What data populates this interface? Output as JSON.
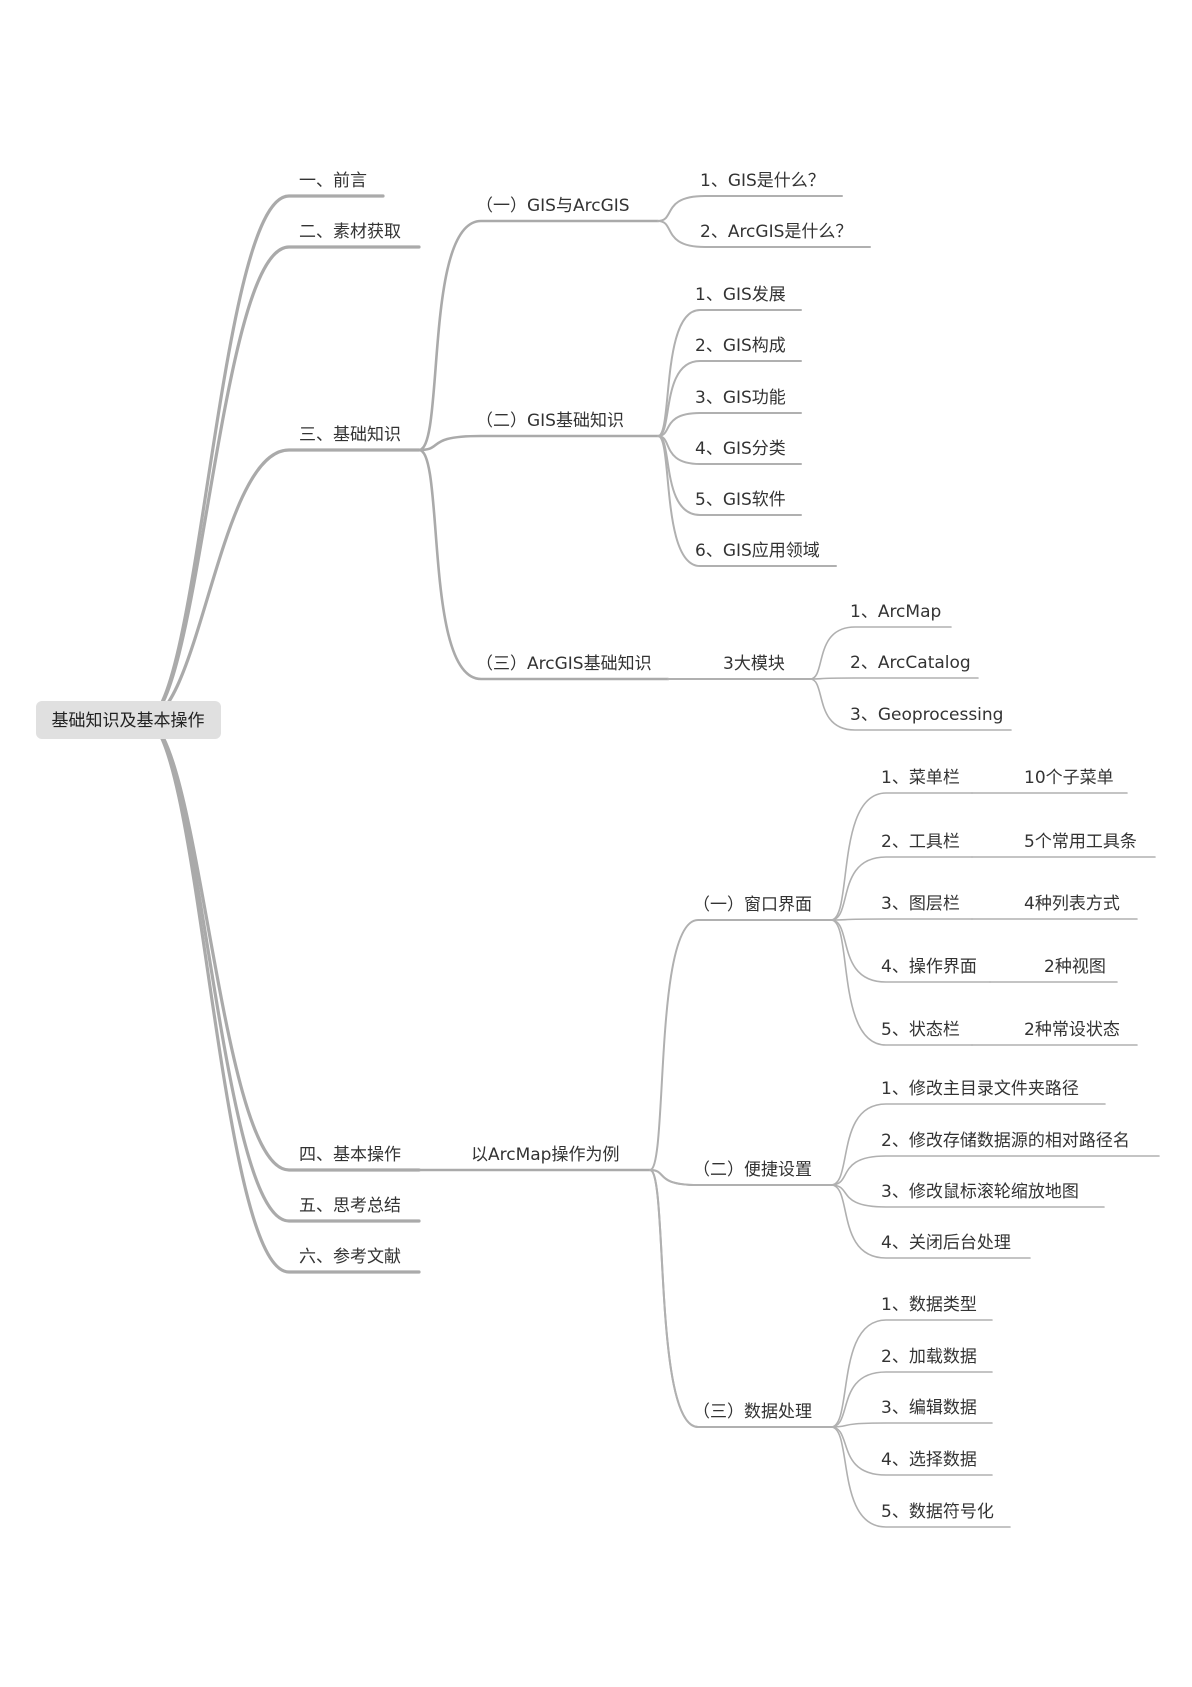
{
  "colors": {
    "background": "#ffffff",
    "line_main": "#aaaaaa",
    "line_thin": "#b0b0b0",
    "root_fill": "#e0e0e0",
    "text": "#333333"
  },
  "root": "基础知识及基本操作",
  "nodes": {
    "n1": "一、前言",
    "n2": "二、素材获取",
    "n3": "三、基础知识",
    "n4": "四、基本操作",
    "n5": "五、思考总结",
    "n6": "六、参考文献",
    "n3_1": "（一）GIS与ArcGIS",
    "n3_1_1": "1、GIS是什么？",
    "n3_1_2": "2、ArcGIS是什么？",
    "n3_2": "（二）GIS基础知识",
    "n3_2_1": "1、GIS发展",
    "n3_2_2": "2、GIS构成",
    "n3_2_3": "3、GIS功能",
    "n3_2_4": "4、GIS分类",
    "n3_2_5": "5、GIS软件",
    "n3_2_6": "6、GIS应用领域",
    "n3_3": "（三）ArcGIS基础知识",
    "n3_3_a": "3大模块",
    "n3_3_a_1": "1、ArcMap",
    "n3_3_a_2": "2、ArcCatalog",
    "n3_3_a_3": "3、Geoprocessing",
    "n4_a": "以ArcMap操作为例",
    "n4_a_1": "（一）窗口界面",
    "n4_a_1_1": "1、菜单栏",
    "n4_a_1_1_x": "10个子菜单",
    "n4_a_1_2": "2、工具栏",
    "n4_a_1_2_x": "5个常用工具条",
    "n4_a_1_3": "3、图层栏",
    "n4_a_1_3_x": "4种列表方式",
    "n4_a_1_4": "4、操作界面",
    "n4_a_1_4_x": "2种视图",
    "n4_a_1_5": "5、状态栏",
    "n4_a_1_5_x": "2种常设状态",
    "n4_a_2": "（二）便捷设置",
    "n4_a_2_1": "1、修改主目录文件夹路径",
    "n4_a_2_2": "2、修改存储数据源的相对路径名",
    "n4_a_2_3": "3、修改鼠标滚轮缩放地图",
    "n4_a_2_4": "4、关闭后台处理",
    "n4_a_3": "（三）数据处理",
    "n4_a_3_1": "1、数据类型",
    "n4_a_3_2": "2、加载数据",
    "n4_a_3_3": "3、编辑数据",
    "n4_a_3_4": "4、选择数据",
    "n4_a_3_5": "5、数据符号化"
  }
}
